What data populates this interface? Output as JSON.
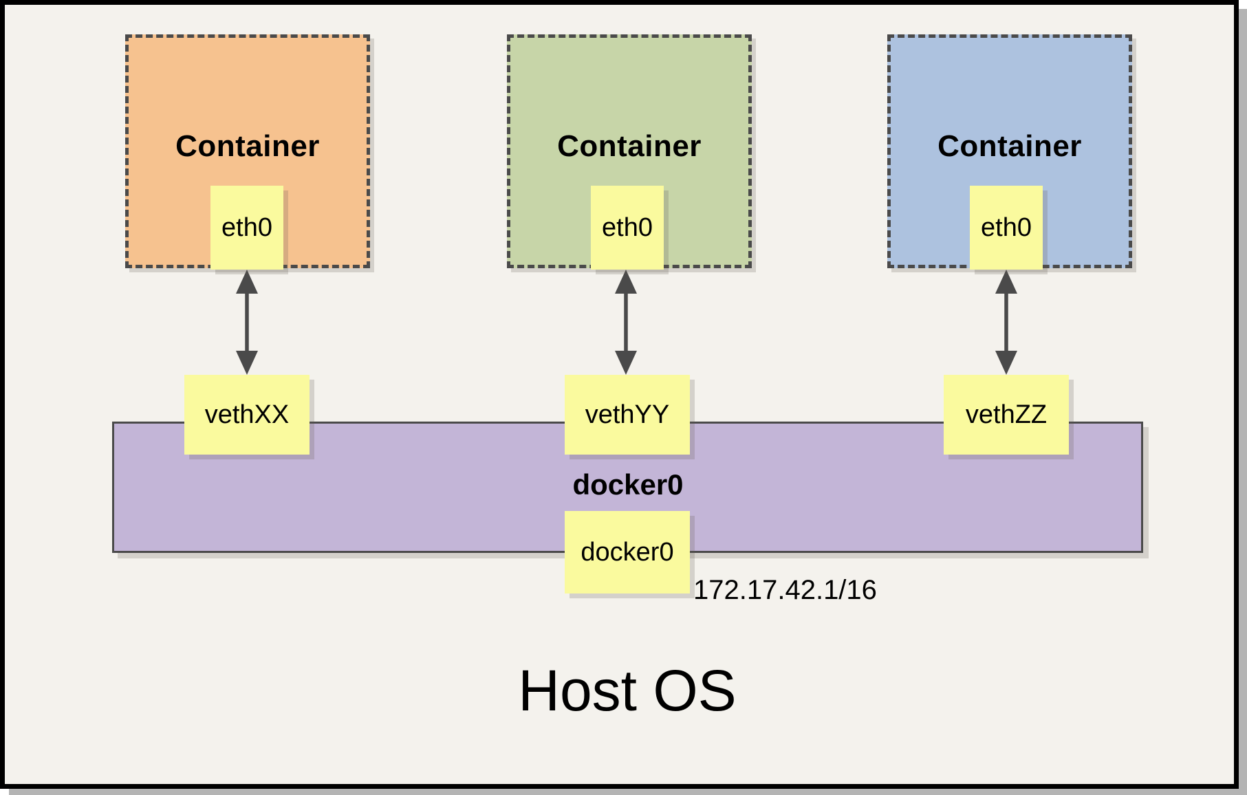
{
  "containers": [
    {
      "label": "Container",
      "interface": "eth0",
      "veth": "vethXX",
      "fill": "#F6C28F"
    },
    {
      "label": "Container",
      "interface": "eth0",
      "veth": "vethYY",
      "fill": "#C7D5A8"
    },
    {
      "label": "Container",
      "interface": "eth0",
      "veth": "vethZZ",
      "fill": "#ADC2DF"
    }
  ],
  "bridge": {
    "label": "docker0",
    "interface": "docker0",
    "ip": "172.17.42.1/16",
    "fill": "#C3B5D7",
    "interface_fill": "#FAFA9E"
  },
  "host": {
    "label": "Host OS"
  },
  "colors": {
    "background": "#F4F2ED",
    "frame_border": "#000000",
    "frame_shadow": "#B4B4B4",
    "dashed_border": "#4A4A4A",
    "arrow": "#4A4A4A",
    "note_yellow": "#FAFA9E"
  }
}
